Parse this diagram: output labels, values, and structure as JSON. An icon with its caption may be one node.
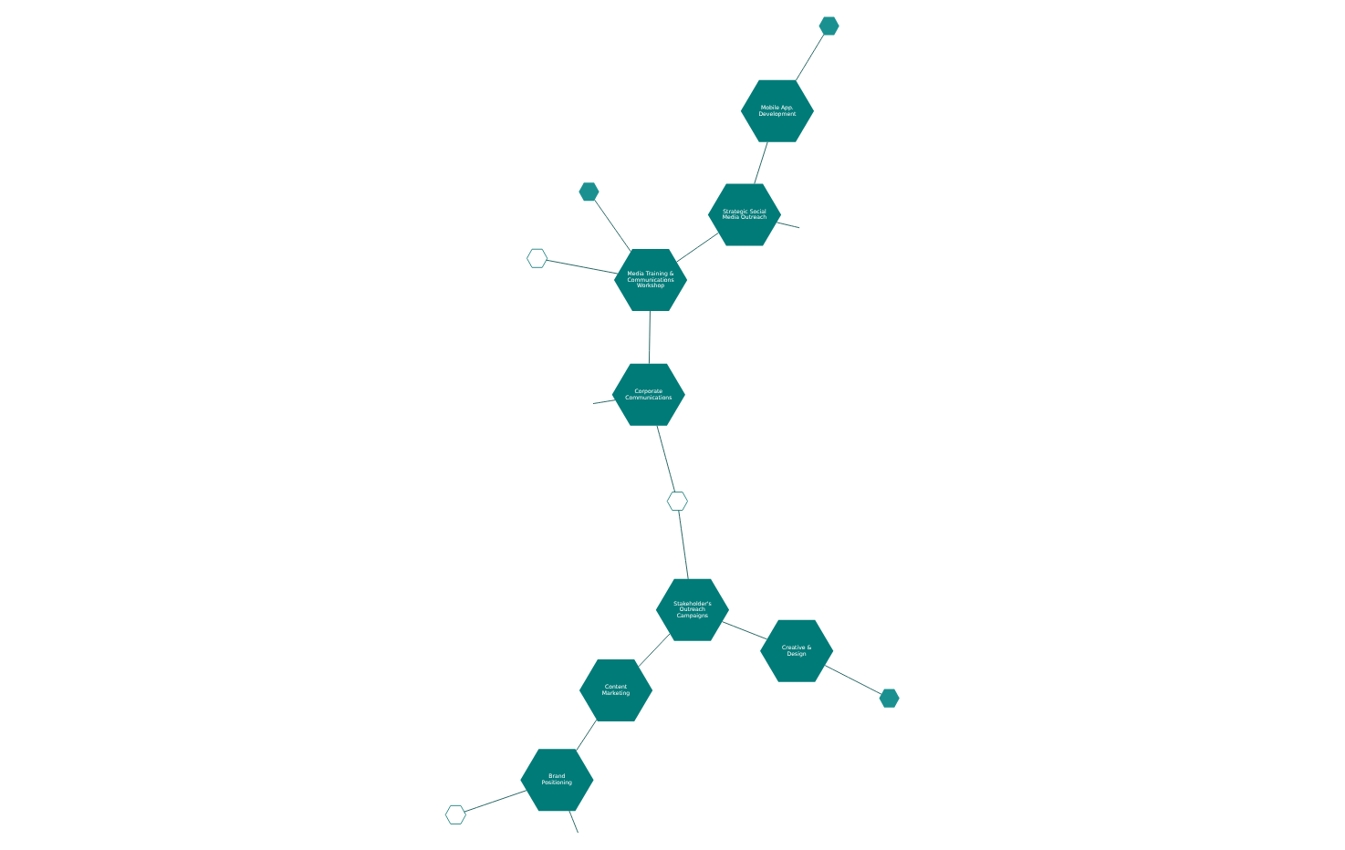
{
  "diagram": {
    "nodes": [
      {
        "text": [
          "Corporate Communications"
        ]
      },
      {
        "text": [],
        "shape": "hexagon"
      },
      {
        "text": [
          "Media Training & Communications Workshop"
        ]
      },
      {
        "text": [],
        "shape": "hexagon"
      },
      {
        "text": [
          "Brand Positioning"
        ]
      },
      {
        "text": [],
        "shape": "hexagon"
      },
      {
        "text": [],
        "shape": "hexagon"
      },
      {
        "text": [
          "Strategic Social Media Outreach"
        ]
      },
      {
        "text": [
          "Stakeholder's Outreach Campaigns"
        ]
      },
      {
        "text": [
          "Creative & Design"
        ]
      },
      {
        "text": [
          "Content Marketing"
        ]
      },
      {
        "text": [],
        "shape": "hexagon"
      },
      {
        "text": [
          "Mobile App. Development"
        ]
      },
      {
        "text": [],
        "shape": "hexagon"
      }
    ],
    "edges": [
      {
        "from": null,
        "to": 0,
        "arrow": "none"
      },
      {
        "from": 1,
        "to": 2,
        "arrow": "none"
      },
      {
        "from": 2,
        "to": 0,
        "arrow": "none"
      },
      {
        "from": 0,
        "to": 3,
        "arrow": "none"
      },
      {
        "from": 3,
        "to": 8,
        "arrow": "none"
      },
      {
        "from": 2,
        "to": 5,
        "arrow": "none"
      },
      {
        "from": 7,
        "to": 2,
        "arrow": "none"
      },
      {
        "from": null,
        "to": 7,
        "arrow": "none"
      },
      {
        "from": 4,
        "to": null,
        "arrow": "none"
      },
      {
        "from": 4,
        "to": 6,
        "arrow": "none"
      },
      {
        "from": 4,
        "to": 10,
        "arrow": "none"
      },
      {
        "from": 8,
        "to": 9,
        "arrow": "none"
      },
      {
        "from": 8,
        "to": 10,
        "arrow": "none"
      },
      {
        "from": 7,
        "to": 12,
        "arrow": "none"
      },
      {
        "from": 12,
        "to": 11,
        "arrow": "none"
      },
      {
        "from": 9,
        "to": 13,
        "arrow": "none"
      }
    ]
  }
}
